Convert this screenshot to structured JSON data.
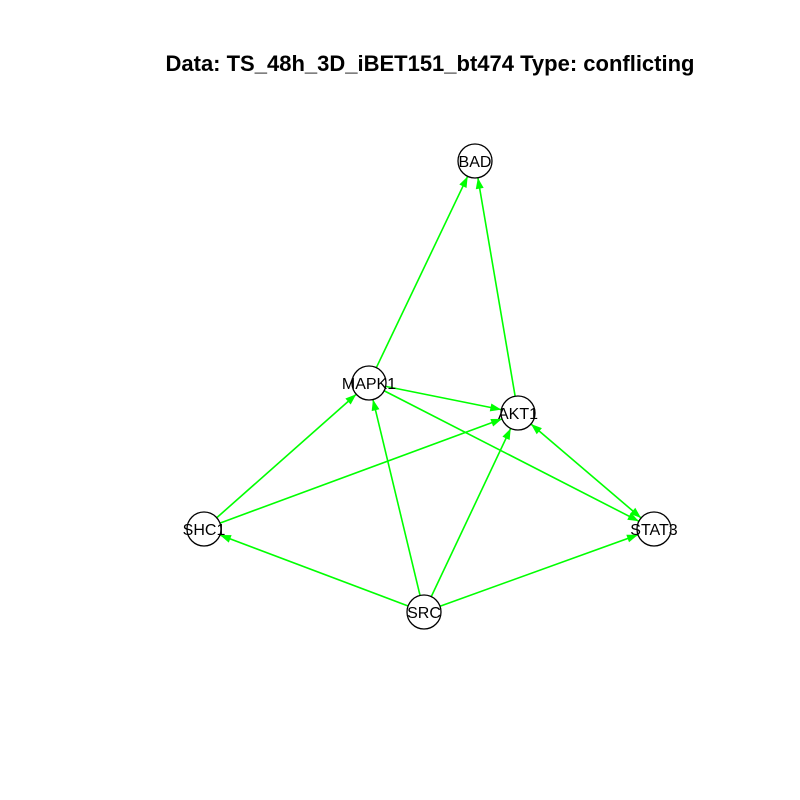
{
  "title": "Data: TS_48h_3D_iBET151_bt474 Type: conflicting",
  "edge_color": "#00ff00",
  "nodes": [
    {
      "id": "BAD",
      "label": "BAD"
    },
    {
      "id": "MAPK1",
      "label": "MAPK1"
    },
    {
      "id": "AKT1",
      "label": "AKT1"
    },
    {
      "id": "SHC1",
      "label": "SHC1"
    },
    {
      "id": "STAT3",
      "label": "STAT3"
    },
    {
      "id": "SRC",
      "label": "SRC"
    }
  ],
  "edges": [
    {
      "from": "MAPK1",
      "to": "BAD"
    },
    {
      "from": "AKT1",
      "to": "BAD"
    },
    {
      "from": "MAPK1",
      "to": "AKT1"
    },
    {
      "from": "MAPK1",
      "to": "STAT3"
    },
    {
      "from": "SHC1",
      "to": "MAPK1"
    },
    {
      "from": "SHC1",
      "to": "AKT1"
    },
    {
      "from": "AKT1",
      "to": "STAT3",
      "bidirectional": true
    },
    {
      "from": "SRC",
      "to": "SHC1"
    },
    {
      "from": "SRC",
      "to": "MAPK1"
    },
    {
      "from": "SRC",
      "to": "AKT1"
    },
    {
      "from": "SRC",
      "to": "STAT3"
    }
  ]
}
